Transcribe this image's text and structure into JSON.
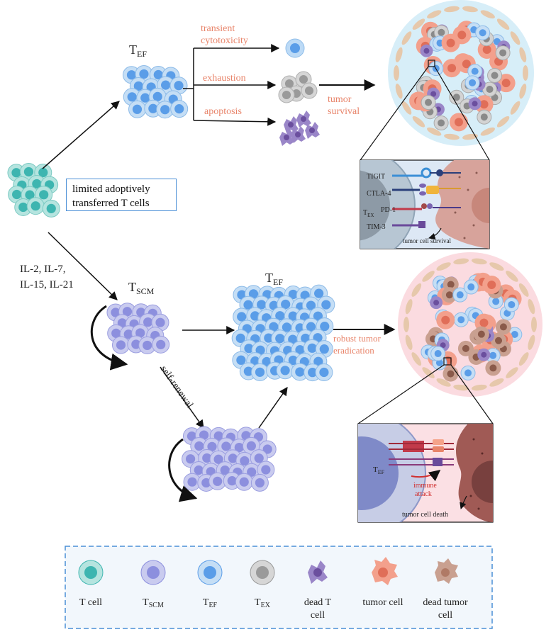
{
  "top_branch": {
    "tef_label": "T",
    "tef_sub": "EF",
    "outcomes": [
      {
        "line1": "transient",
        "line2": "cytotoxicity"
      },
      {
        "line1": "exhaustion",
        "line2": ""
      },
      {
        "line1": "apoptosis",
        "line2": ""
      }
    ],
    "result_line1": "tumor",
    "result_line2": "survival"
  },
  "start_box": {
    "line1": "limited adoptively",
    "line2": "transferred T cells"
  },
  "cytokines": {
    "line1": "IL-2, IL-7,",
    "line2": "IL-15, IL-21"
  },
  "bottom_branch": {
    "tscm_label": "T",
    "tscm_sub": "SCM",
    "tef_label": "T",
    "tef_sub": "EF",
    "self_renewal": "self-renewal",
    "result_line1": "robust tumor",
    "result_line2": "eradication"
  },
  "inset_top": {
    "receptors": [
      "TIGIT",
      "CTLA-4",
      "PD-1",
      "TIM-3"
    ],
    "tex_label": "T",
    "tex_sub": "EX",
    "caption": "tumor cell survival"
  },
  "inset_bottom": {
    "tef_label": "T",
    "tef_sub": "EF",
    "attack_line1": "immune",
    "attack_line2": "attack",
    "caption": "tumor cell death"
  },
  "legend": {
    "items": [
      {
        "line1": "T cell",
        "line2": "",
        "sub": "",
        "color": "#3db5b0"
      },
      {
        "line1": "T",
        "line2": "",
        "sub": "SCM",
        "color": "#8c8fde"
      },
      {
        "line1": "T",
        "line2": "",
        "sub": "EF",
        "color": "#5a9de8"
      },
      {
        "line1": "T",
        "line2": "",
        "sub": "EX",
        "color": "#9a9a9a"
      },
      {
        "line1": "dead T",
        "line2": "cell",
        "sub": "",
        "color": "#6b4f9e"
      },
      {
        "line1": "tumor cell",
        "line2": "",
        "sub": "",
        "color": "#f08a73"
      },
      {
        "line1": "dead tumor",
        "line2": "cell",
        "sub": "",
        "color": "#b07a66"
      }
    ]
  },
  "colors": {
    "t_cell": "#3db5b0",
    "tscm": "#8c8fde",
    "tef": "#5a9de8",
    "tex": "#9a9a9a",
    "dead_t": "#6b4f9e",
    "tumor": "#f08a73",
    "accent_orange": "#e8846a",
    "legend_border": "#4a8fd6"
  }
}
